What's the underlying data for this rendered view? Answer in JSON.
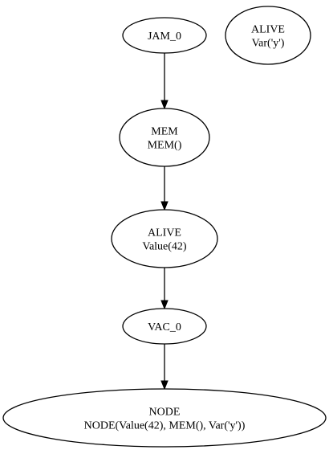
{
  "diagram": {
    "nodes": [
      {
        "id": "jam0",
        "lines": [
          "JAM_0"
        ]
      },
      {
        "id": "alive_var",
        "lines": [
          "ALIVE",
          "Var('y')"
        ]
      },
      {
        "id": "mem",
        "lines": [
          "MEM",
          "MEM()"
        ]
      },
      {
        "id": "alive_value",
        "lines": [
          "ALIVE",
          "Value(42)"
        ]
      },
      {
        "id": "vac0",
        "lines": [
          "VAC_0"
        ]
      },
      {
        "id": "node",
        "lines": [
          "NODE",
          "NODE(Value(42), MEM(), Var('y'))"
        ]
      }
    ],
    "edges": [
      {
        "from": "jam0",
        "to": "mem"
      },
      {
        "from": "mem",
        "to": "alive_value"
      },
      {
        "from": "alive_value",
        "to": "vac0"
      },
      {
        "from": "vac0",
        "to": "node"
      }
    ]
  }
}
